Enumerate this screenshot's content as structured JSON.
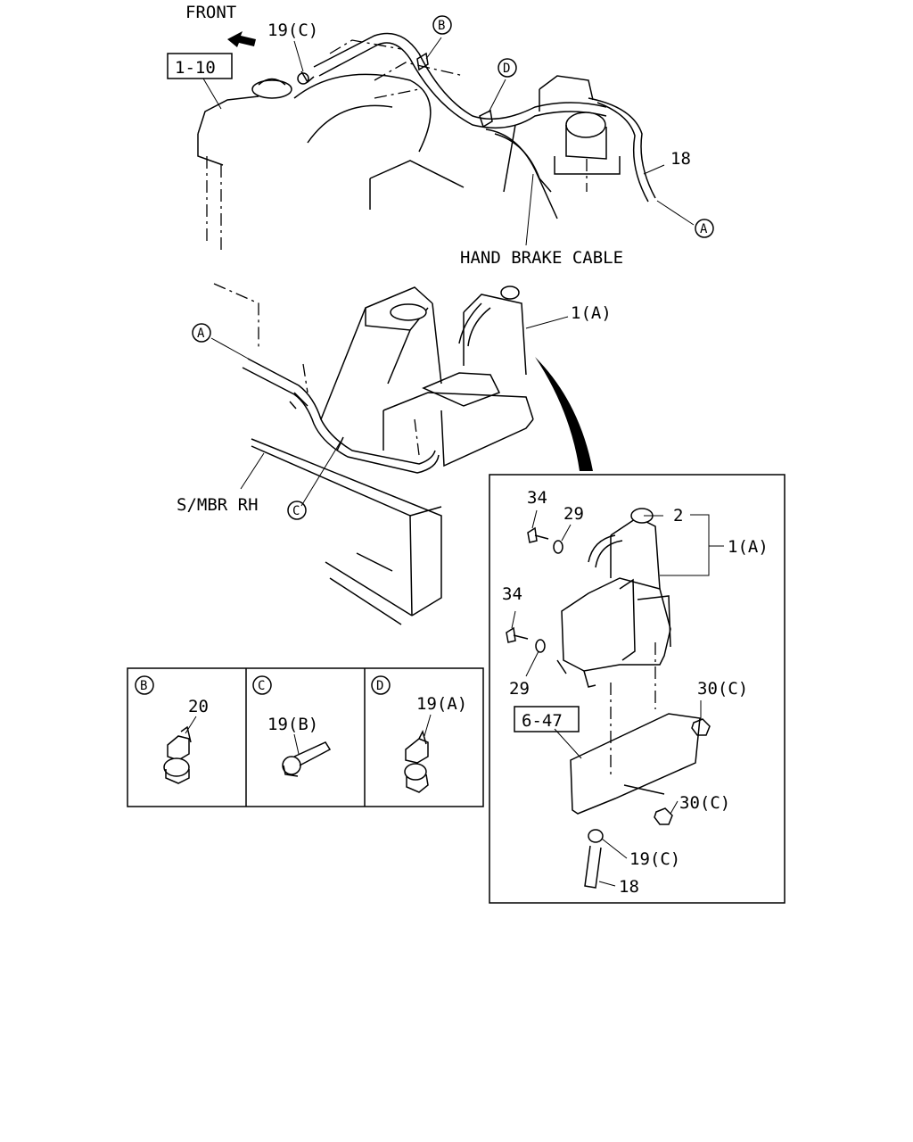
{
  "labels": {
    "front": "FRONT",
    "ref_1_10": "1-10",
    "ref_6_47": "6-47",
    "p19c_top": "19(C)",
    "p18_top": "18",
    "hand_brake_cable": "HAND BRAKE CABLE",
    "p1a_mid": "1(A)",
    "smbr_rh": "S/MBR RH",
    "p34_a": "34",
    "p29_a": "29",
    "p2": "2",
    "p1a_detail": "1(A)",
    "p34_b": "34",
    "p29_b": "29",
    "p30c_a": "30(C)",
    "p30c_b": "30(C)",
    "p19c_detail": "19(C)",
    "p18_detail": "18",
    "p20": "20",
    "p19b": "19(B)",
    "p19a": "19(A)"
  },
  "circled": {
    "b_top": "B",
    "d_top": "D",
    "a_top": "A",
    "a_mid": "A",
    "c_mid": "C",
    "b_detail": "B",
    "c_detail": "C",
    "d_detail": "D"
  }
}
